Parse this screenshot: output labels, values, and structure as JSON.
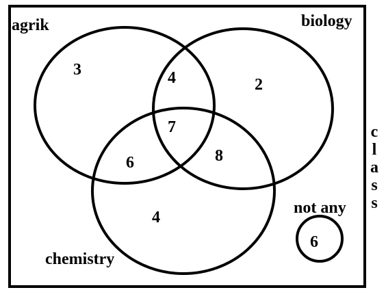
{
  "universe_label": "class",
  "colors": {
    "stroke": "#000000",
    "background": "#ffffff"
  },
  "sets": {
    "agrik": "agrik",
    "biology": "biology",
    "chemistry": "chemistry",
    "none": "not any"
  },
  "regions": {
    "agrik_only": "3",
    "agrik_biology": "4",
    "biology_only": "2",
    "all_three": "7",
    "agrik_chemistry": "6",
    "biology_chemistry": "8",
    "chemistry_only": "4",
    "none": "6"
  }
}
